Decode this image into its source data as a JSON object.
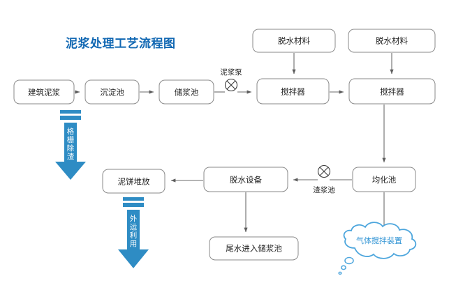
{
  "title": "泥浆处理工艺流程图",
  "colors": {
    "title_blue": "#1268b3",
    "arrow_blue": "#2e8cc4",
    "cloud_blue": "#4da6dd",
    "cloud_text": "#2f93d4",
    "box_border": "#8a8a8a",
    "edge_gray": "#6b6b6b",
    "box_fill": "#ffffff",
    "text_dark": "#222222"
  },
  "nodes": {
    "raw_slurry": "建筑泥浆",
    "sedimentation_tank": "沉淀池",
    "slurry_storage_tank": "储浆池",
    "mixer_1": "搅拌器",
    "mixer_2": "搅拌器",
    "dewatering_material_1": "脱水材料",
    "dewatering_material_2": "脱水材料",
    "homogenizing_tank": "均化池",
    "dewatering_equipment": "脱水设备",
    "mud_cake_stacking": "泥饼堆放",
    "tailwater_to_storage": "尾水进入储浆池"
  },
  "edge_labels": {
    "slurry_pump": "泥浆泵",
    "slag_slurry_tank": "渣浆池"
  },
  "block_arrows": {
    "grate_deslagging": "格栅除渣",
    "external_transport_use": "外运利用"
  },
  "cloud": {
    "label": "气体搅拌装置"
  },
  "icons": {
    "pump_symbol": "pump-circle-cross-icon",
    "arrowhead": "arrowhead-icon",
    "thought_cloud": "thought-cloud-icon"
  }
}
